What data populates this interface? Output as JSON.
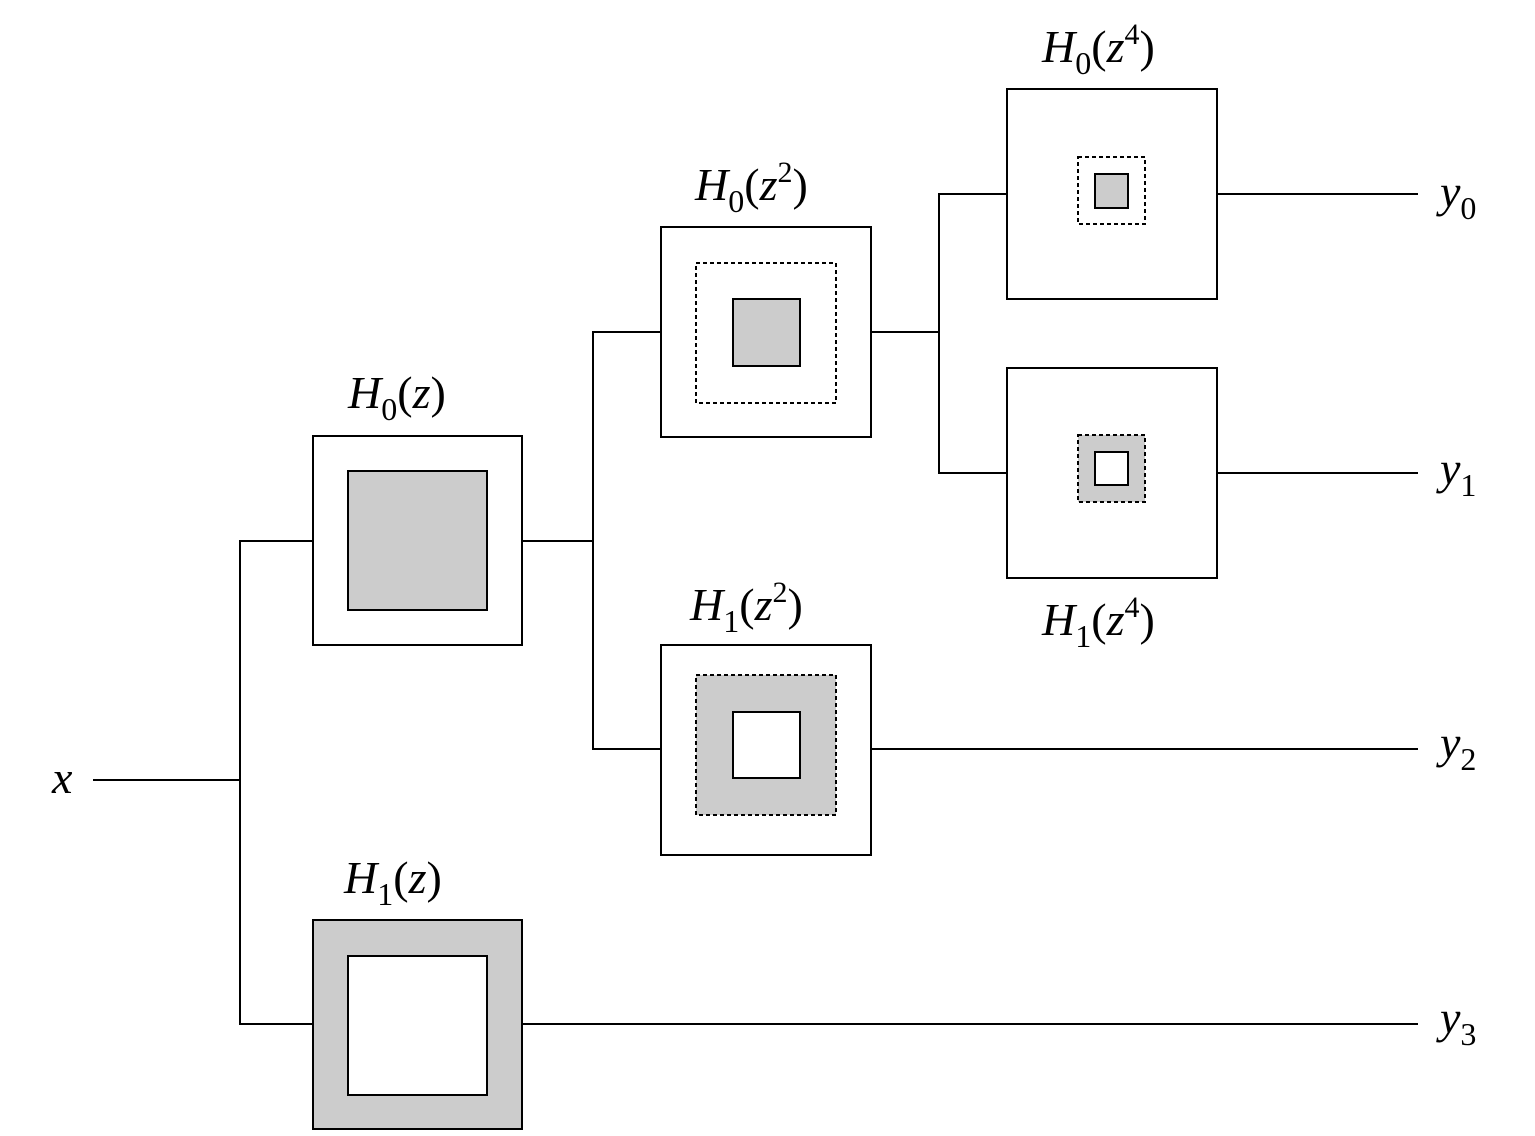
{
  "colors": {
    "shade": "#cccccc",
    "line": "#000000",
    "background": "#ffffff"
  },
  "input": {
    "symbol": "x"
  },
  "outputs": [
    {
      "symbol": "y",
      "index": "0"
    },
    {
      "symbol": "y",
      "index": "1"
    },
    {
      "symbol": "y",
      "index": "2"
    },
    {
      "symbol": "y",
      "index": "3"
    }
  ],
  "filters": {
    "h0_z": {
      "name": "H",
      "index": "0",
      "var": "z",
      "power": ""
    },
    "h1_z": {
      "name": "H",
      "index": "1",
      "var": "z",
      "power": ""
    },
    "h0_z2": {
      "name": "H",
      "index": "0",
      "var": "z",
      "power": "2"
    },
    "h1_z2": {
      "name": "H",
      "index": "1",
      "var": "z",
      "power": "2"
    },
    "h0_z4": {
      "name": "H",
      "index": "0",
      "var": "z",
      "power": "4"
    },
    "h1_z4": {
      "name": "H",
      "index": "1",
      "var": "z",
      "power": "4"
    }
  }
}
